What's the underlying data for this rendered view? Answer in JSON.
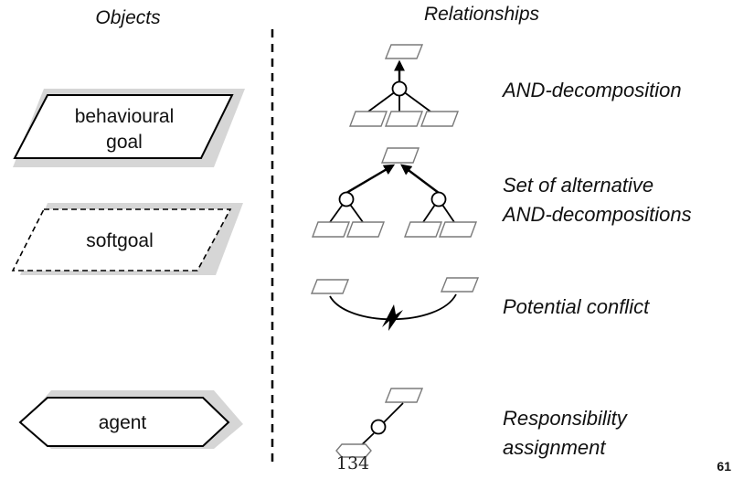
{
  "headers": {
    "objects": "Objects",
    "relationships": "Relationships"
  },
  "objects": {
    "behavioural_goal": [
      "behavioural",
      "goal"
    ],
    "softgoal": "softgoal",
    "agent": "agent"
  },
  "relationships": {
    "and_decomposition": "AND-decomposition",
    "alternatives": [
      "Set of alternative",
      "AND-decompositions"
    ],
    "conflict": "Potential conflict",
    "responsibility": [
      "Responsibility",
      "assignment"
    ]
  },
  "footer": {
    "page_number": "134",
    "slide_number": "61"
  }
}
